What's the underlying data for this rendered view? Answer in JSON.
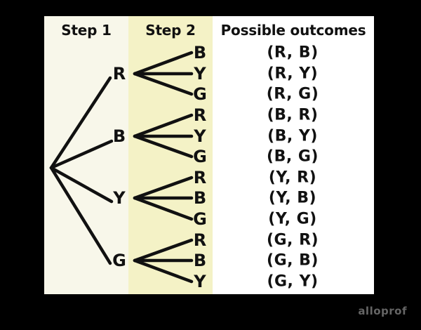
{
  "headers": {
    "step1": "Step 1",
    "step2": "Step 2",
    "outcomes": "Possible outcomes"
  },
  "tree": {
    "type": "two-step probability tree",
    "groups": [
      {
        "step1": "R",
        "step2": [
          "B",
          "Y",
          "G"
        ],
        "outcomes": [
          "(R, B)",
          "(R, Y)",
          "(R, G)"
        ]
      },
      {
        "step1": "B",
        "step2": [
          "R",
          "Y",
          "G"
        ],
        "outcomes": [
          "(B, R)",
          "(B, Y)",
          "(B, G)"
        ]
      },
      {
        "step1": "Y",
        "step2": [
          "R",
          "B",
          "G"
        ],
        "outcomes": [
          "(Y, R)",
          "(Y, B)",
          "(Y, G)"
        ]
      },
      {
        "step1": "G",
        "step2": [
          "R",
          "B",
          "Y"
        ],
        "outcomes": [
          "(G, R)",
          "(G, B)",
          "(G, Y)"
        ]
      }
    ]
  },
  "watermark": "alloprof",
  "colors": {
    "canvas_background": "#000000",
    "step1_column": "#f8f7ea",
    "step2_column": "#f4f2c6",
    "outcomes_column": "#ffffff",
    "text_and_lines": "#111111",
    "watermark_text": "#656565"
  }
}
